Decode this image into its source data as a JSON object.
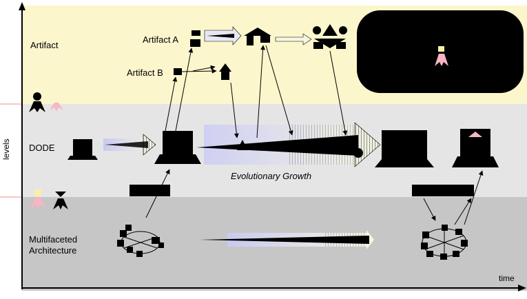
{
  "axes": {
    "y_label": "levels",
    "x_label": "time"
  },
  "bands": [
    {
      "id": "artifact",
      "label": "Artifact",
      "color": "#fcf6cc"
    },
    {
      "id": "dode",
      "label": "DODE",
      "color": "#e5e5e5"
    },
    {
      "id": "architecture",
      "label": "Multifaceted\nArchitecture",
      "label_line1": "Multifaceted",
      "label_line2": "Architecture",
      "color": "#c6c6c6"
    }
  ],
  "artifact_labels": {
    "a": "Artifact A",
    "b": "Artifact B"
  },
  "growth_label": "Evolutionary Growth",
  "colors": {
    "marker_pink": "#f7b6c2",
    "marker_yellow": "#fbeea8",
    "gradient_lavender": "#cfd0f0",
    "ink": "#000000"
  },
  "icons": [
    "person-icon",
    "house-icon",
    "computer-icon",
    "people-network-icon"
  ]
}
